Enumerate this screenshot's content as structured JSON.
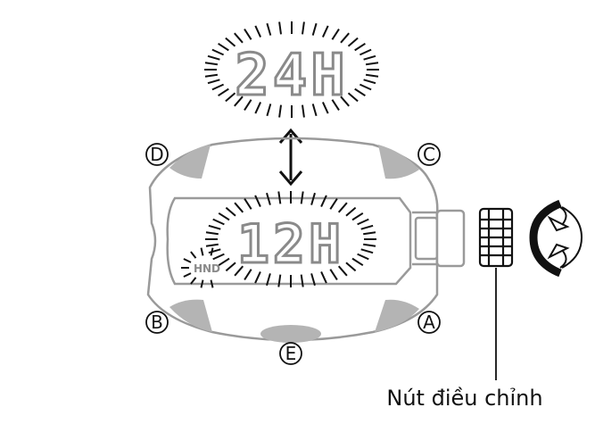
{
  "top_display": {
    "text": "24H"
  },
  "bottom_display": {
    "text": "12H",
    "indicator": "HND"
  },
  "buttons": {
    "a": "A",
    "b": "B",
    "c": "C",
    "d": "D",
    "e": "E"
  },
  "crown": {
    "label": "Nút điều chỉnh"
  },
  "colors": {
    "outline": "#9a9a9a",
    "segment": "#8a8a8a",
    "burst": "#111111",
    "ink": "#111111"
  }
}
